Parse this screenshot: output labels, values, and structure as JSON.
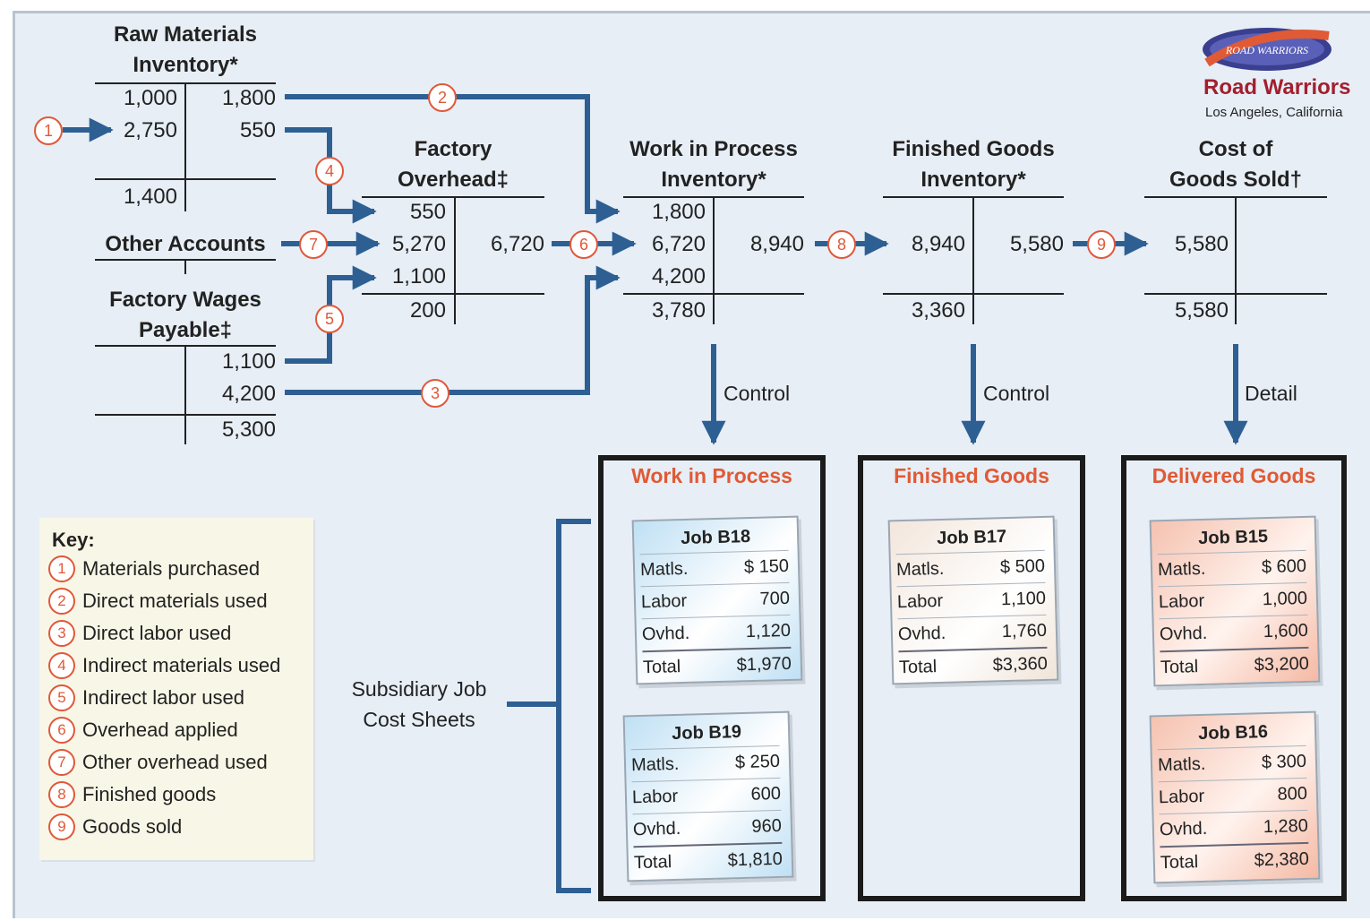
{
  "logo": {
    "badge_text": "ROAD WARRIORS",
    "company": "Road Warriors",
    "city": "Los Angeles, California"
  },
  "accounts": {
    "raw_materials": {
      "title_line1": "Raw Materials",
      "title_line2": "Inventory*",
      "debits": [
        "1,000",
        "2,750"
      ],
      "credits": [
        "1,800",
        "550"
      ],
      "balance": "1,400"
    },
    "factory_overhead": {
      "title_line1": "Factory",
      "title_line2": "Overhead‡",
      "debits": [
        "550",
        "5,270",
        "1,100"
      ],
      "credits": [
        "6,720"
      ],
      "balance": "200"
    },
    "other_accounts": {
      "title": "Other Accounts"
    },
    "factory_wages": {
      "title_line1": "Factory Wages",
      "title_line2": "Payable‡",
      "credits": [
        "1,100",
        "4,200"
      ],
      "balance": "5,300"
    },
    "wip": {
      "title_line1": "Work in Process",
      "title_line2": "Inventory*",
      "debits": [
        "1,800",
        "6,720",
        "4,200"
      ],
      "credits": [
        "8,940"
      ],
      "balance": "3,780"
    },
    "finished_goods": {
      "title_line1": "Finished Goods",
      "title_line2": "Inventory*",
      "debits": [
        "8,940"
      ],
      "credits": [
        "5,580"
      ],
      "balance": "3,360"
    },
    "cogs": {
      "title_line1": "Cost of",
      "title_line2": "Goods Sold†",
      "debits": [
        "5,580"
      ],
      "balance": "5,580"
    }
  },
  "flow_numbers": [
    "1",
    "2",
    "3",
    "4",
    "5",
    "6",
    "7",
    "8",
    "9"
  ],
  "arrow_labels": {
    "wip": "Control",
    "fg": "Control",
    "cogs": "Detail"
  },
  "subsidiary": {
    "line1": "Subsidiary Job",
    "line2": "Cost Sheets"
  },
  "ledger_boxes": {
    "wip_title": "Work in Process",
    "fg_title": "Finished Goods",
    "dg_title": "Delivered Goods"
  },
  "job_sheets": [
    {
      "job": "Job B18",
      "rows": [
        [
          "Matls.",
          "$  150"
        ],
        [
          "Labor",
          "700"
        ],
        [
          "Ovhd.",
          "1,120"
        ]
      ],
      "total": [
        "Total",
        "$1,970"
      ]
    },
    {
      "job": "Job B19",
      "rows": [
        [
          "Matls.",
          "$  250"
        ],
        [
          "Labor",
          "600"
        ],
        [
          "Ovhd.",
          "960"
        ]
      ],
      "total": [
        "Total",
        "$1,810"
      ]
    },
    {
      "job": "Job B17",
      "rows": [
        [
          "Matls.",
          "$  500"
        ],
        [
          "Labor",
          "1,100"
        ],
        [
          "Ovhd.",
          "1,760"
        ]
      ],
      "total": [
        "Total",
        "$3,360"
      ]
    },
    {
      "job": "Job B15",
      "rows": [
        [
          "Matls.",
          "$  600"
        ],
        [
          "Labor",
          "1,000"
        ],
        [
          "Ovhd.",
          "1,600"
        ]
      ],
      "total": [
        "Total",
        "$3,200"
      ]
    },
    {
      "job": "Job B16",
      "rows": [
        [
          "Matls.",
          "$  300"
        ],
        [
          "Labor",
          "800"
        ],
        [
          "Ovhd.",
          "1,280"
        ]
      ],
      "total": [
        "Total",
        "$2,380"
      ]
    }
  ],
  "key": {
    "title": "Key:",
    "items": [
      {
        "num": "1",
        "label": "Materials purchased"
      },
      {
        "num": "2",
        "label": "Direct materials used"
      },
      {
        "num": "3",
        "label": "Direct labor used"
      },
      {
        "num": "4",
        "label": "Indirect materials used"
      },
      {
        "num": "5",
        "label": "Indirect labor used"
      },
      {
        "num": "6",
        "label": "Overhead applied"
      },
      {
        "num": "7",
        "label": "Other overhead used"
      },
      {
        "num": "8",
        "label": "Finished goods"
      },
      {
        "num": "9",
        "label": "Goods sold"
      }
    ]
  },
  "colors": {
    "flow_arrow": "#2e5f93",
    "circle_accent": "#e0583a",
    "box_title": "#e05a35",
    "brand": "#a21f2e",
    "panel_bg": "#e7eef6"
  }
}
